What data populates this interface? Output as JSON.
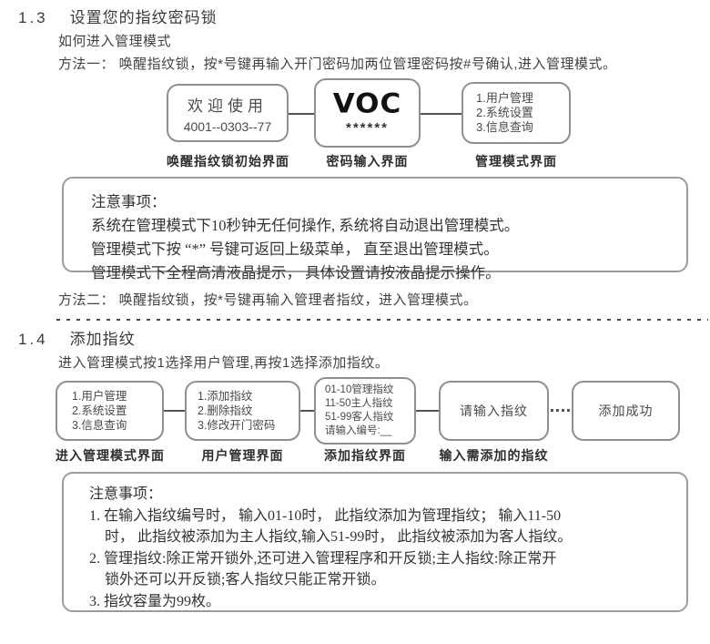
{
  "section13": {
    "number": "1.3",
    "title": "设置您的指纹密码锁",
    "subtitle": "如何进入管理模式",
    "method1": "方法一： 唤醒指纹锁，按*号键再输入开门密码加两位管理密码按#号确认,进入管理模式。",
    "flow": {
      "box1": {
        "line1": "欢迎使用",
        "line2": "4001--0303--77",
        "label": "唤醒指纹锁初始界面"
      },
      "box2": {
        "logo": "VOC",
        "stars": "******",
        "label": "密码输入界面"
      },
      "box3": {
        "line1": "1.用户管理",
        "line2": "2.系统设置",
        "line3": "3.信息查询",
        "label": "管理模式界面"
      }
    },
    "notes": {
      "title": "注意事项：",
      "line1": "系统在管理模式下10秒钟无任何操作, 系统将自动退出管理模式。",
      "line2": "管理模式下按 “*” 号键可返回上级菜单， 直至退出管理模式。",
      "line3": "管理模式下全程高清液晶提示， 具体设置请按液晶提示操作。"
    },
    "method2": "方法二： 唤醒指纹锁，按*号键再输入管理者指纹，进入管理模式。"
  },
  "section14": {
    "number": "1.4",
    "title": "添加指纹",
    "intro": "进入管理模式按1选择用户管理,再按1选择添加指纹。",
    "flow": {
      "box1": {
        "line1": "1.用户管理",
        "line2": "2.系统设置",
        "line3": "3.信息查询",
        "label": "进入管理模式界面"
      },
      "box2": {
        "line1": "1.添加指纹",
        "line2": "2.删除指纹",
        "line3": "3.修改开门密码",
        "label": "用户管理界面"
      },
      "box3": {
        "line1": "01-10管理指纹",
        "line2": "11-50主人指纹",
        "line3": "51-99客人指纹",
        "line4": "请输入编号:__",
        "label": "添加指纹界面"
      },
      "box4": {
        "line1": "请输入指纹",
        "label": "输入需添加的指纹"
      },
      "box5": {
        "line1": "添加成功"
      }
    },
    "notes": {
      "title": "注意事项：",
      "line1": "1. 在输入指纹编号时， 输入01-10时， 此指纹添加为管理指纹； 输入11-50",
      "line2": "时， 此指纹被添加为主人指纹,输入51-99时， 此指纹被添加为客人指纹。",
      "line3": "2. 管理指纹:除正常开锁外,还可进入管理程序和开反锁;主人指纹:除正常开",
      "line4": "锁外还可以开反锁;客人指纹只能正常开锁。",
      "line5": "3. 指纹容量为99枚。"
    }
  }
}
